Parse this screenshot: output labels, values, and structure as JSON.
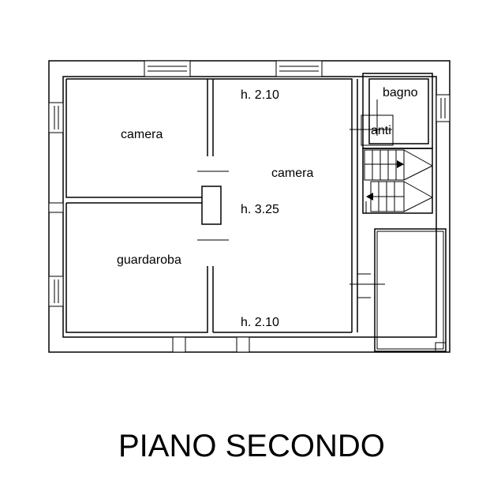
{
  "labels": {
    "camera_left": "camera",
    "camera_main": "camera",
    "guardaroba": "guardaroba",
    "bagno": "bagno",
    "anti": "anti",
    "height_top": "h. 2.10",
    "height_middle": "h. 3.25",
    "height_bottom": "h. 2.10"
  },
  "title": "PIANO SECONDO",
  "colors": {
    "line": "#000000",
    "background": "#ffffff"
  }
}
